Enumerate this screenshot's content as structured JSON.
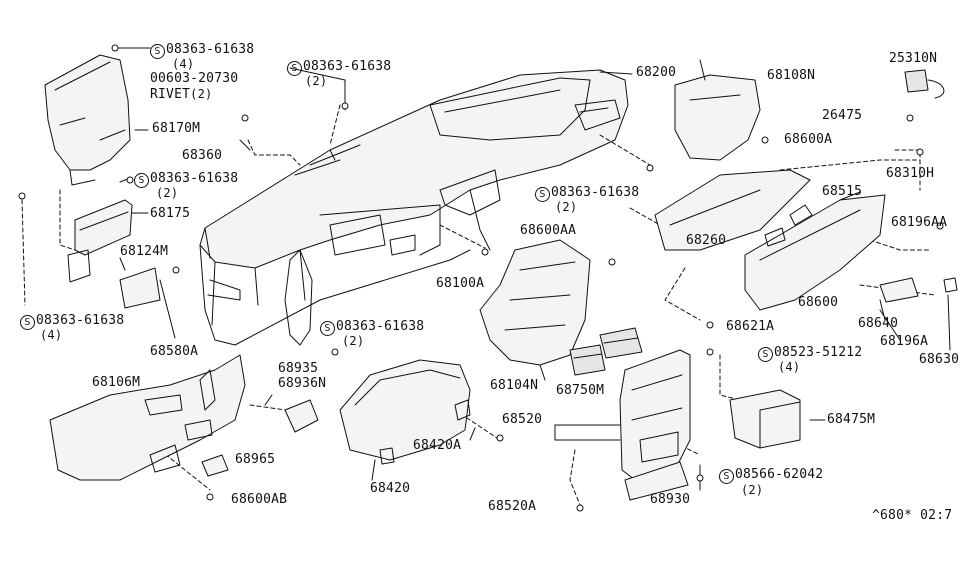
{
  "diagram_code": "^680* 02:7",
  "labels": {
    "l68200": "68200",
    "l68108N": "68108N",
    "l25310N": "25310N",
    "l26475": "26475",
    "l68600A": "68600A",
    "l68310H": "68310H",
    "l68170M": "68170M",
    "l68360": "68360",
    "l00603": "00603-20730",
    "lRIVET": "RIVET",
    "lRIVETq": "(2)",
    "l68175": "68175",
    "l68124M": "68124M",
    "l68580A": "68580A",
    "l68515": "68515",
    "l68196AA": "68196AA",
    "l68260": "68260",
    "l68600": "68600",
    "l68621A": "68621A",
    "l68640": "68640",
    "l68196A": "68196A",
    "l68630": "68630",
    "l68600AA": "68600AA",
    "l68100A": "68100A",
    "l68104N": "68104N",
    "l68750M": "68750M",
    "l68520": "68520",
    "l68520A": "68520A",
    "l68930": "68930",
    "l68475M": "68475M",
    "l68106M": "68106M",
    "l68935": "68935",
    "l68936N": "68936N",
    "l68965": "68965",
    "l68600AB": "68600AB",
    "l68420": "68420",
    "l68420A": "68420A"
  },
  "screw_callouts": {
    "s1": {
      "part": "08363-61638",
      "qty": "(4)"
    },
    "s2": {
      "part": "08363-61638",
      "qty": "(2)"
    },
    "s3": {
      "part": "08363-61638",
      "qty": "(2)"
    },
    "s4": {
      "part": "08363-61638",
      "qty": "(2)"
    },
    "s5": {
      "part": "08363-61638",
      "qty": "(4)"
    },
    "s6": {
      "part": "08363-61638",
      "qty": "(2)"
    },
    "s7": {
      "part": "08523-51212",
      "qty": "(4)"
    },
    "s8": {
      "part": "08566-62042",
      "qty": "(2)"
    }
  },
  "s_symbol": "S",
  "colors": {
    "line": "#111111",
    "background": "#ffffff"
  }
}
